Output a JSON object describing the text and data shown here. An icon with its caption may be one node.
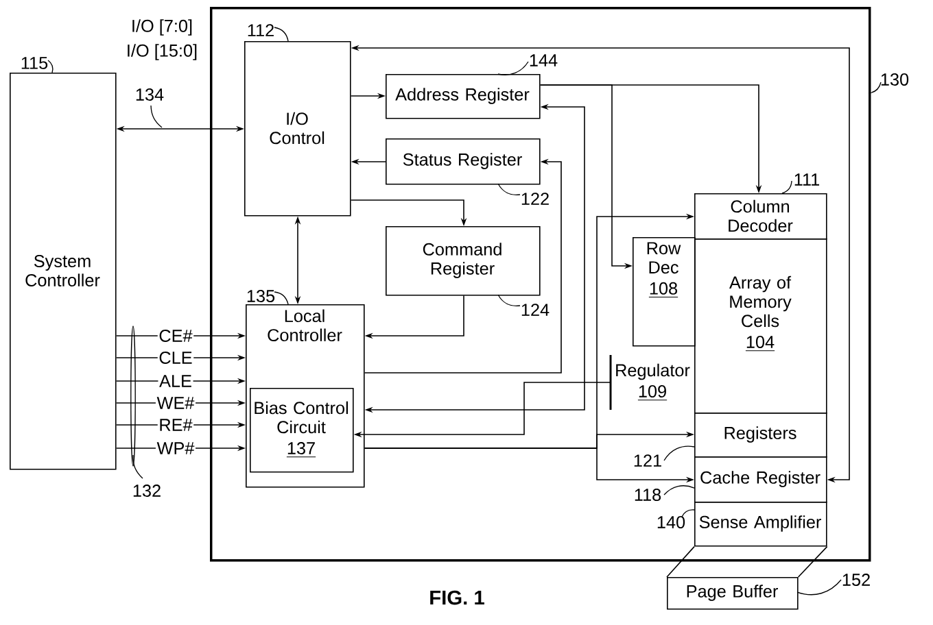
{
  "diagram": {
    "caption": "FIG. 1",
    "nodes": [
      {
        "text": [],
        "shape": "box",
        "beside": [
          "130"
        ]
      },
      {
        "text": [
          "System Controller"
        ],
        "beside": [
          "115"
        ]
      },
      {
        "text": [
          "I/O Control"
        ],
        "in": 0,
        "beside": [
          "112"
        ]
      },
      {
        "text": [
          "Address Register"
        ],
        "in": 0,
        "beside": [
          "144"
        ]
      },
      {
        "text": [
          "Status Register"
        ],
        "in": 0,
        "beside": [
          "122"
        ]
      },
      {
        "text": [
          "Command Register"
        ],
        "in": 0,
        "beside": [
          "124"
        ]
      },
      {
        "text": [
          "Local Controller"
        ],
        "in": 0,
        "beside": [
          "135"
        ]
      },
      {
        "text": [
          "Bias Control Circuit",
          "137"
        ],
        "in": 6
      },
      {
        "text": [
          "Column Decoder"
        ],
        "in": 0,
        "beside": [
          "111"
        ]
      },
      {
        "text": [
          "Row Dec",
          "108"
        ],
        "in": 0
      },
      {
        "text": [
          "Array of Memory Cells",
          "104"
        ],
        "in": 0
      },
      {
        "text": [
          "Regulator",
          "109"
        ],
        "in": 0
      },
      {
        "text": [
          "Registers"
        ],
        "in": 0,
        "beside": [
          "121"
        ]
      },
      {
        "text": [
          "Cache Register"
        ],
        "in": 0,
        "beside": [
          "118"
        ]
      },
      {
        "text": [
          "Sense Amplifier"
        ],
        "in": 0,
        "beside": [
          "140"
        ]
      },
      {
        "text": [
          "Page Buffer"
        ],
        "beside": [
          "152"
        ]
      }
    ],
    "edges": [
      {
        "from": 1,
        "to": 2,
        "arrow": "both"
      },
      {
        "from": 2,
        "to": 3,
        "arrow": "to"
      },
      {
        "from": 4,
        "to": 2,
        "arrow": "to"
      },
      {
        "from": 2,
        "to": 5,
        "arrow": "to"
      },
      {
        "from": 2,
        "to": 6,
        "arrow": "both"
      },
      {
        "from": 5,
        "to": 6,
        "arrow": "to"
      },
      {
        "from": 6,
        "to": 4,
        "arrow": "to"
      },
      {
        "from": 6,
        "to": 3,
        "arrow": "both"
      },
      {
        "from": 3,
        "to": 8,
        "arrow": "to"
      },
      {
        "from": 3,
        "to": 9,
        "arrow": "to"
      },
      {
        "from": 6,
        "to": 8,
        "arrow": "to"
      },
      {
        "from": 6,
        "to": 12,
        "arrow": "to"
      },
      {
        "from": 6,
        "to": 13,
        "arrow": "to"
      },
      {
        "from": 11,
        "to": 7,
        "arrow": "to"
      },
      {
        "from": 13,
        "to": 2,
        "arrow": "both"
      },
      {
        "from": 1,
        "to": 6,
        "arrow": "to",
        "label": "CE#"
      },
      {
        "from": 1,
        "to": 6,
        "arrow": "to",
        "label": "CLE"
      },
      {
        "from": 1,
        "to": 6,
        "arrow": "to",
        "label": "ALE"
      },
      {
        "from": 1,
        "to": 6,
        "arrow": "to",
        "label": "WE#"
      },
      {
        "from": 1,
        "to": 6,
        "arrow": "to",
        "label": "RE#"
      },
      {
        "from": 1,
        "to": 6,
        "arrow": "to",
        "label": "WP#"
      }
    ],
    "labels": [
      "I/O [7:0]",
      "I/O [15:0]",
      "134",
      "132"
    ]
  }
}
